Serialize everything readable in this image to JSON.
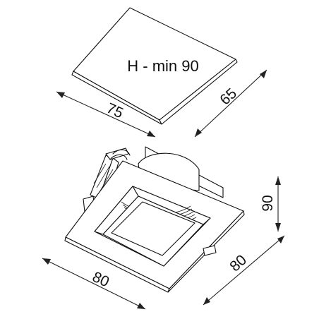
{
  "cutout": {
    "note": "H - min 90",
    "width_label": "75",
    "depth_label": "65"
  },
  "fixture": {
    "width_label": "80",
    "depth_label": "80",
    "height_label": "90"
  },
  "colors": {
    "line": "#111111",
    "background": "#ffffff"
  }
}
